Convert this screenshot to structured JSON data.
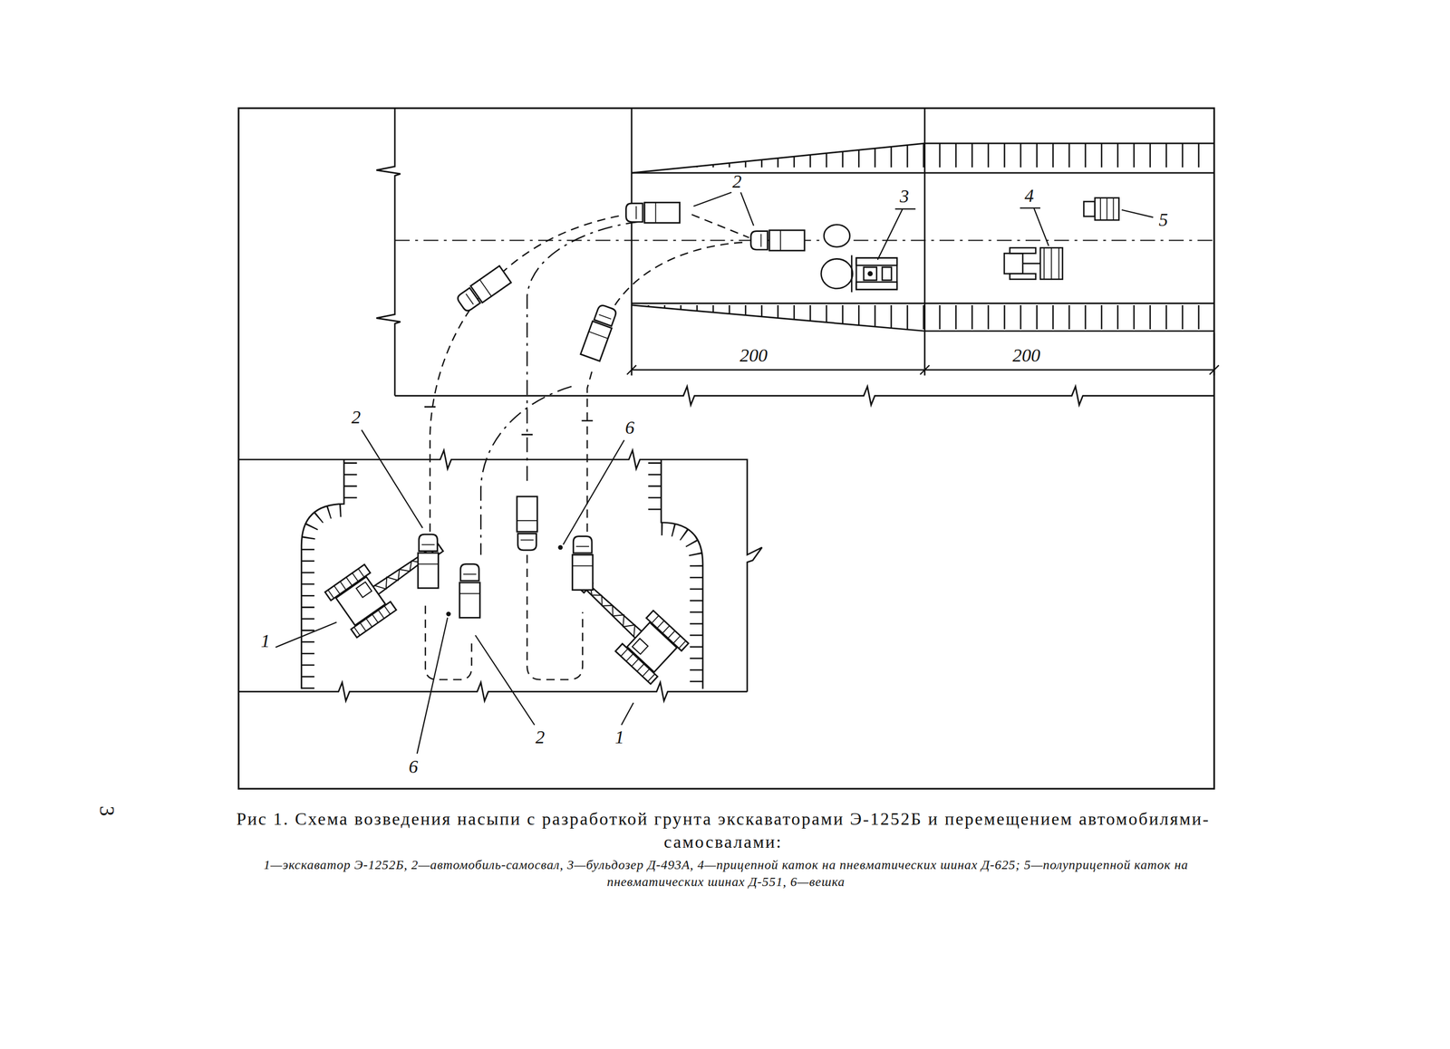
{
  "diagram": {
    "caption": "Рис 1. Схема возведения насыпи с разработкой грунта экскаваторами Э-1252Б и перемещением автомобилями-самосвалами:",
    "labels": [
      "2",
      "3",
      "4",
      "5",
      "200",
      "200",
      "2",
      "6",
      "1",
      "6",
      "2",
      "1",
      "3",
      "1—экскаватор Э-1252Б, 2—автомобиль-самосвал, 3—бульдозер Д-493А, 4—прицепной каток на пневматических шинах Д-625; 5—полуприцепной каток на пневматических шинах Д-551, 6—вешка"
    ]
  }
}
